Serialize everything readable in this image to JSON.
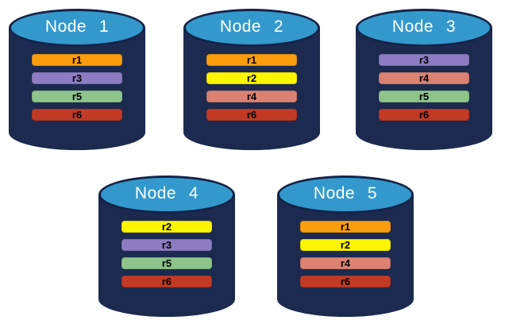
{
  "diagram": {
    "nodes": [
      {
        "name": "Node 1",
        "replicas": [
          "r1",
          "r3",
          "r5",
          "r6"
        ]
      },
      {
        "name": "Node 2",
        "replicas": [
          "r1",
          "r2",
          "r4",
          "r6"
        ]
      },
      {
        "name": "Node 3",
        "replicas": [
          "r3",
          "r4",
          "r5",
          "r6"
        ]
      },
      {
        "name": "Node 4",
        "replicas": [
          "r2",
          "r3",
          "r5",
          "r6"
        ]
      },
      {
        "name": "Node 5",
        "replicas": [
          "r1",
          "r2",
          "r4",
          "r6"
        ]
      }
    ],
    "replica_colors": {
      "r1": "#FA9D0F",
      "r2": "#FCF500",
      "r3": "#8E7CC3",
      "r4": "#DB8272",
      "r5": "#8CC48A",
      "r6": "#C23A26"
    },
    "colors": {
      "cylinder_body": "#1B2A4E",
      "cylinder_top": "#3399CD",
      "cylinder_edge": "#142348",
      "title_text": "#FFFFFF",
      "bar_text": "#000000",
      "background": "#FFFFFF"
    }
  }
}
